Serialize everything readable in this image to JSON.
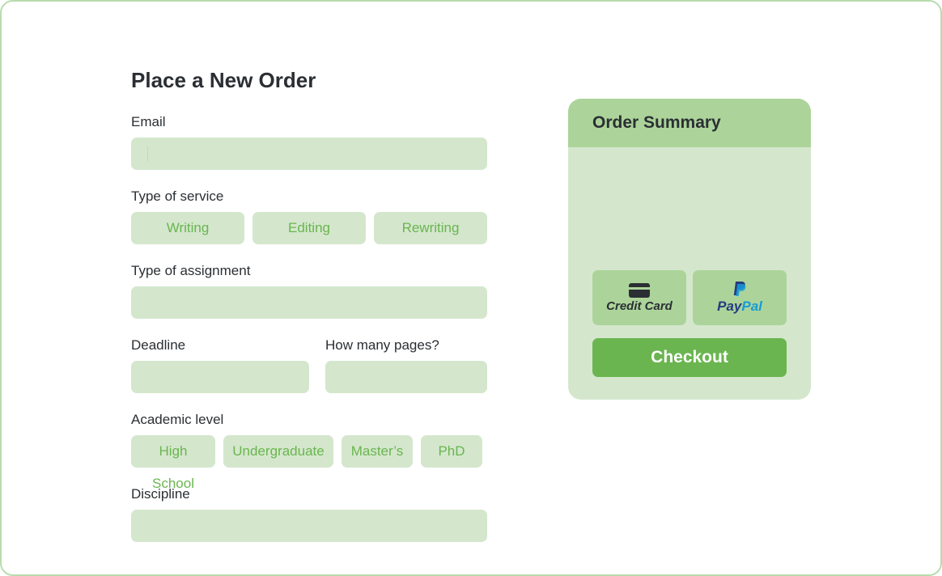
{
  "form": {
    "title": "Place a New Order",
    "email_label": "Email",
    "email_value": "",
    "service_label": "Type of service",
    "services": [
      "Writing",
      "Editing",
      "Rewriting"
    ],
    "assignment_label": "Type of assignment",
    "assignment_value": "",
    "deadline_label": "Deadline",
    "deadline_value": "",
    "pages_label": "How many pages?",
    "pages_value": "",
    "level_label": "Academic level",
    "levels": [
      "High School",
      "Undergraduate",
      "Master’s",
      "PhD"
    ],
    "discipline_label": "Discipline",
    "discipline_value": ""
  },
  "summary": {
    "title": "Order Summary",
    "payment_methods": [
      {
        "label": "Credit Card",
        "icon": "credit-card-icon"
      },
      {
        "label_a": "Pay",
        "label_b": "Pal",
        "icon": "paypal-icon"
      }
    ],
    "checkout_label": "Checkout"
  },
  "colors": {
    "accent": "#6ab54f",
    "field_bg": "#d4e7cd",
    "header_bg": "#acd49a",
    "border": "#b9dcae"
  }
}
